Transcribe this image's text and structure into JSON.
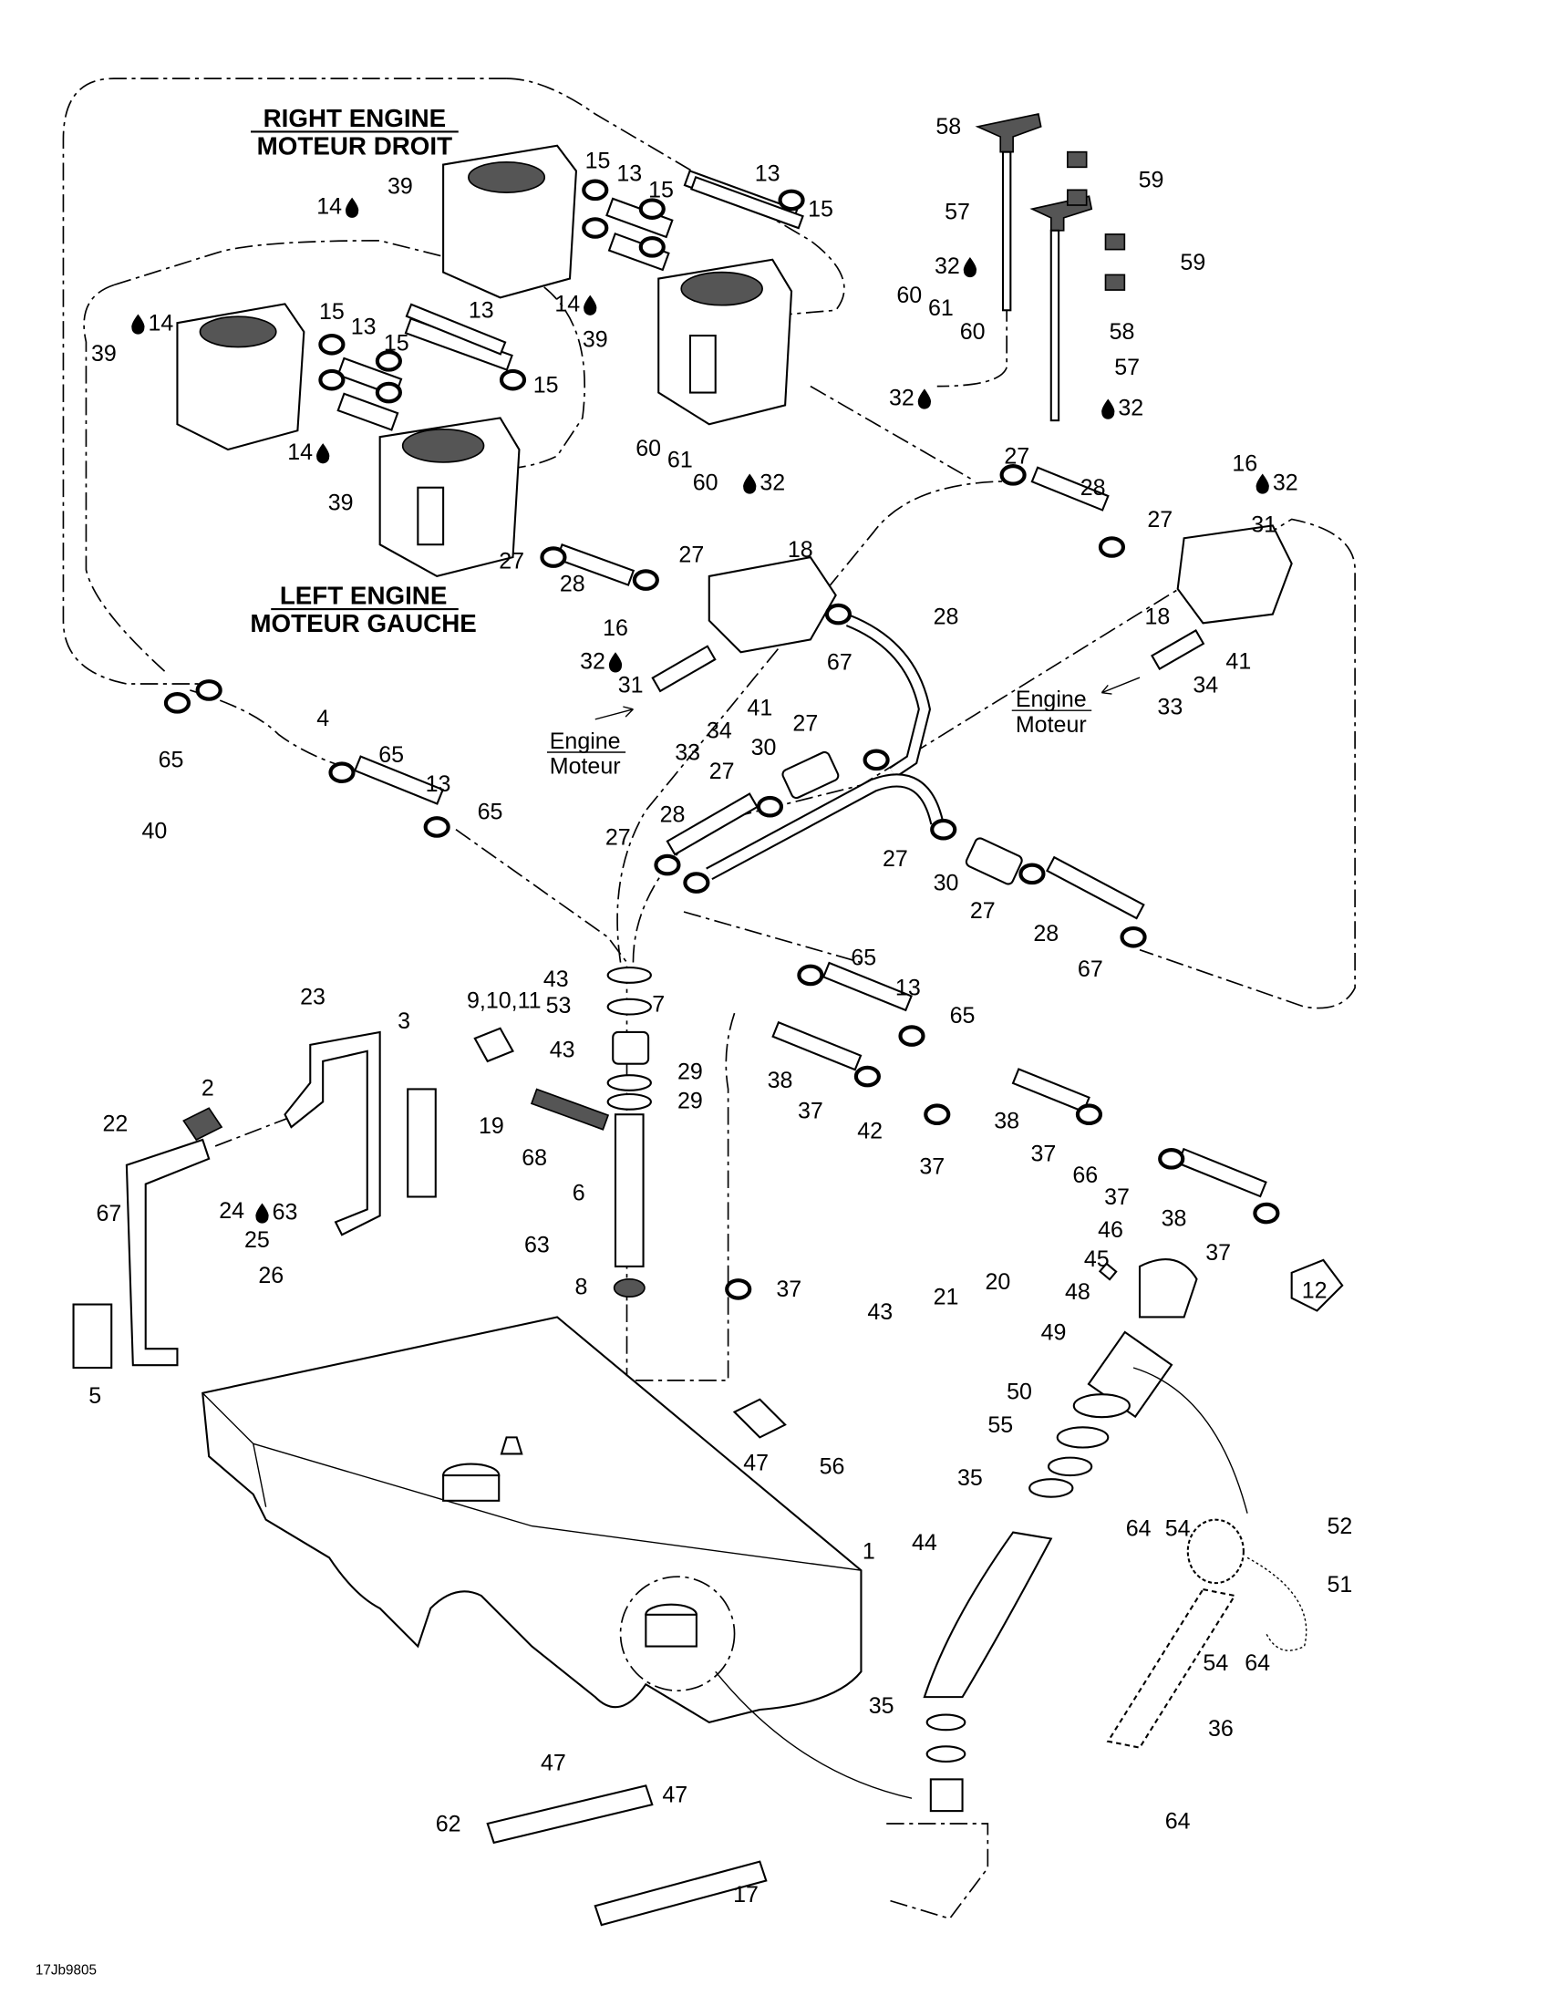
{
  "diagram_code": "17Jb9805",
  "headers": {
    "right_en": "RIGHT  ENGINE",
    "right_fr": "MOTEUR DROIT",
    "left_en": "LEFT  ENGINE",
    "left_fr": "MOTEUR GAUCHE"
  },
  "engine_refs": [
    {
      "en": "Engine",
      "fr": "Moteur"
    },
    {
      "en": "Engine",
      "fr": "Moteur"
    }
  ],
  "icon_names": {
    "drop": "drop-icon"
  },
  "callouts": [
    {
      "n": "39"
    },
    {
      "n": "14",
      "drop": "after"
    },
    {
      "n": "15"
    },
    {
      "n": "13"
    },
    {
      "n": "15"
    },
    {
      "n": "13"
    },
    {
      "n": "15"
    },
    {
      "n": "58"
    },
    {
      "n": "59"
    },
    {
      "n": "57"
    },
    {
      "n": "32",
      "drop": "after"
    },
    {
      "n": "59"
    },
    {
      "n": "58"
    },
    {
      "n": "57"
    },
    {
      "n": "32",
      "drop": "before"
    },
    {
      "n": "60"
    },
    {
      "n": "61"
    },
    {
      "n": "60"
    },
    {
      "n": "32",
      "drop": "after"
    },
    {
      "n": "14",
      "drop": "after"
    },
    {
      "n": "39"
    },
    {
      "n": "15"
    },
    {
      "n": "13"
    },
    {
      "n": "15"
    },
    {
      "n": "13"
    },
    {
      "n": "15"
    },
    {
      "n": "14",
      "drop": "before"
    },
    {
      "n": "39"
    },
    {
      "n": "14",
      "drop": "after"
    },
    {
      "n": "39"
    },
    {
      "n": "60"
    },
    {
      "n": "61"
    },
    {
      "n": "60"
    },
    {
      "n": "32",
      "drop": "before"
    },
    {
      "n": "27"
    },
    {
      "n": "28"
    },
    {
      "n": "27"
    },
    {
      "n": "16"
    },
    {
      "n": "32",
      "drop": "before"
    },
    {
      "n": "31"
    },
    {
      "n": "18"
    },
    {
      "n": "27"
    },
    {
      "n": "28"
    },
    {
      "n": "27"
    },
    {
      "n": "18"
    },
    {
      "n": "16"
    },
    {
      "n": "32",
      "drop": "after"
    },
    {
      "n": "31"
    },
    {
      "n": "67"
    },
    {
      "n": "28"
    },
    {
      "n": "41"
    },
    {
      "n": "34"
    },
    {
      "n": "33"
    },
    {
      "n": "41"
    },
    {
      "n": "34"
    },
    {
      "n": "33"
    },
    {
      "n": "27"
    },
    {
      "n": "30"
    },
    {
      "n": "27"
    },
    {
      "n": "28"
    },
    {
      "n": "27"
    },
    {
      "n": "27"
    },
    {
      "n": "30"
    },
    {
      "n": "27"
    },
    {
      "n": "28"
    },
    {
      "n": "67"
    },
    {
      "n": "4"
    },
    {
      "n": "65"
    },
    {
      "n": "65"
    },
    {
      "n": "13"
    },
    {
      "n": "65"
    },
    {
      "n": "40"
    },
    {
      "n": "43"
    },
    {
      "n": "53"
    },
    {
      "n": "7"
    },
    {
      "n": "29"
    },
    {
      "n": "29"
    },
    {
      "n": "23"
    },
    {
      "n": "3"
    },
    {
      "n": "9,10,11"
    },
    {
      "n": "43"
    },
    {
      "n": "2"
    },
    {
      "n": "22"
    },
    {
      "n": "19"
    },
    {
      "n": "68"
    },
    {
      "n": "6"
    },
    {
      "n": "67"
    },
    {
      "n": "24"
    },
    {
      "n": "63",
      "drop": "before"
    },
    {
      "n": "25"
    },
    {
      "n": "26"
    },
    {
      "n": "63"
    },
    {
      "n": "8"
    },
    {
      "n": "5"
    },
    {
      "n": "65"
    },
    {
      "n": "13"
    },
    {
      "n": "65"
    },
    {
      "n": "38"
    },
    {
      "n": "37"
    },
    {
      "n": "42"
    },
    {
      "n": "37"
    },
    {
      "n": "38"
    },
    {
      "n": "37"
    },
    {
      "n": "66"
    },
    {
      "n": "37"
    },
    {
      "n": "38"
    },
    {
      "n": "37"
    },
    {
      "n": "12"
    },
    {
      "n": "20"
    },
    {
      "n": "21"
    },
    {
      "n": "43"
    },
    {
      "n": "46"
    },
    {
      "n": "45"
    },
    {
      "n": "48"
    },
    {
      "n": "49"
    },
    {
      "n": "50"
    },
    {
      "n": "55"
    },
    {
      "n": "35"
    },
    {
      "n": "37"
    },
    {
      "n": "47"
    },
    {
      "n": "56"
    },
    {
      "n": "1"
    },
    {
      "n": "44"
    },
    {
      "n": "64"
    },
    {
      "n": "54"
    },
    {
      "n": "52"
    },
    {
      "n": "51"
    },
    {
      "n": "54"
    },
    {
      "n": "64"
    },
    {
      "n": "36"
    },
    {
      "n": "35"
    },
    {
      "n": "47"
    },
    {
      "n": "47"
    },
    {
      "n": "62"
    },
    {
      "n": "17"
    },
    {
      "n": "64"
    }
  ]
}
